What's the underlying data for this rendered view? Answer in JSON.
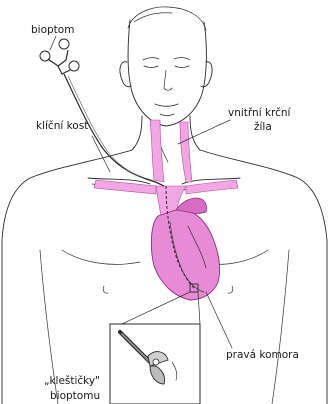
{
  "labels": {
    "bioptom": "bioptom",
    "internal_jugular_line1": "vnitřní krční",
    "internal_jugular_line2": "žíla",
    "clavicle": "klíční kost",
    "right_ventricle": "pravá komora",
    "forceps_line1": "„kleštičky\"",
    "forceps_line2": "bioptomu"
  },
  "colors": {
    "heart": "#e88bd6",
    "heart_shadow": "#d86bc4",
    "vessel": "#f2a6e3",
    "line": "#2a2a2a"
  }
}
